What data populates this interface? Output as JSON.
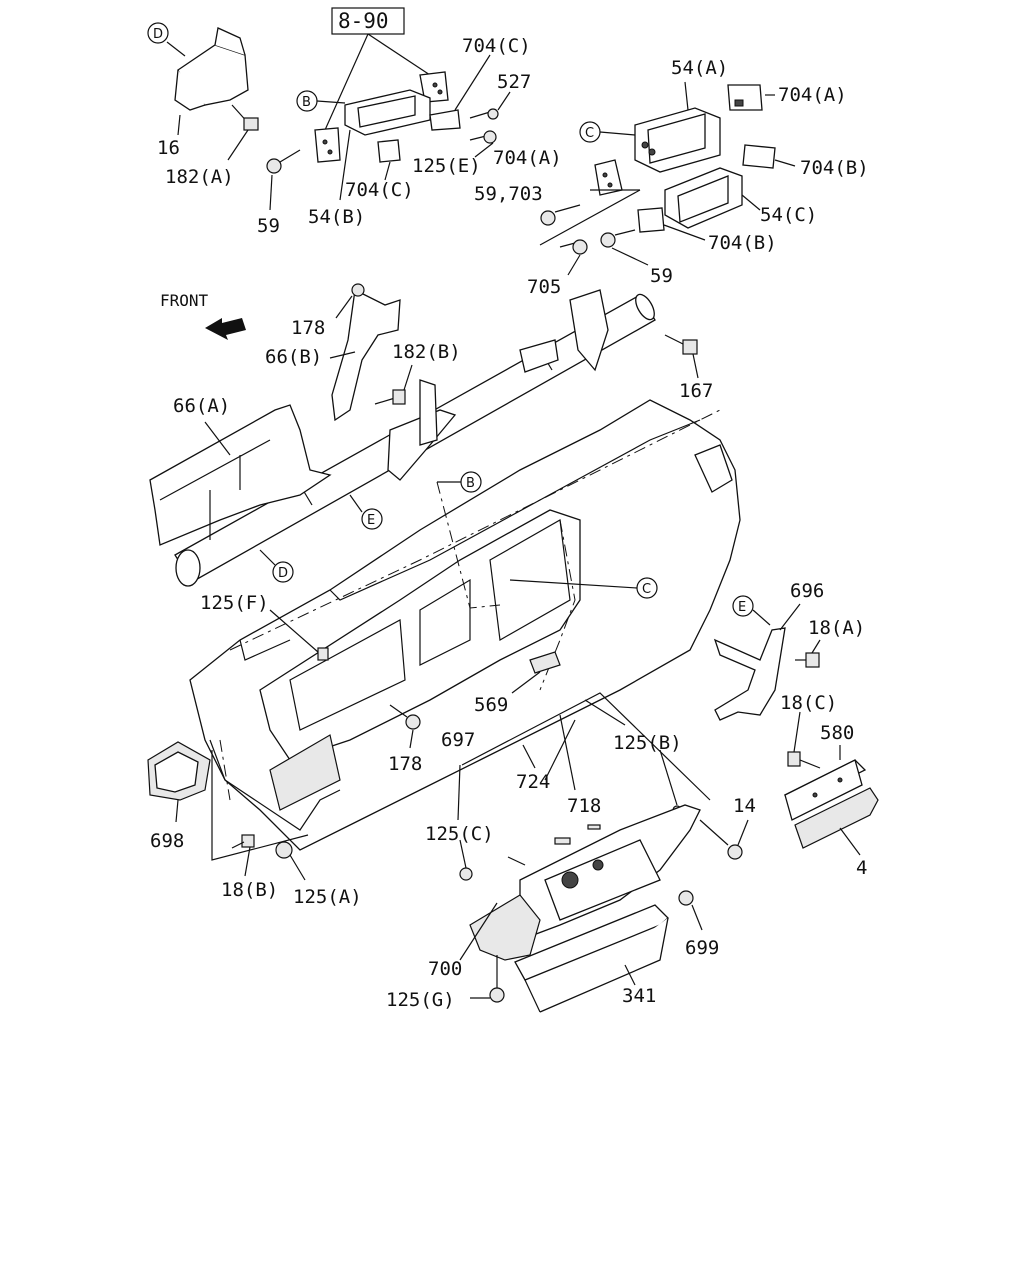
{
  "labels": {
    "l_8_90": "8-90",
    "l_704c_top": "704(C)",
    "l_527": "527",
    "l_54a": "54(A)",
    "l_704a_r": "704(A)",
    "l_16": "16",
    "l_182a": "182(A)",
    "l_125e": "125(E)",
    "l_704a_m": "704(A)",
    "l_704b_r": "704(B)",
    "l_59_703": "59,703",
    "l_704c_b": "704(C)",
    "l_59_l": "59",
    "l_54b": "54(B)",
    "l_54c": "54(C)",
    "l_704b_m": "704(B)",
    "l_59_r": "59",
    "l_705": "705",
    "l_front": "FRONT",
    "l_178_t": "178",
    "l_66b": "66(B)",
    "l_182b": "182(B)",
    "l_167": "167",
    "l_66a": "66(A)",
    "l_125f": "125(F)",
    "l_696": "696",
    "l_18a": "18(A)",
    "l_18c": "18(C)",
    "l_580": "580",
    "l_569": "569",
    "l_697": "697",
    "l_125b": "125(B)",
    "l_178_b": "178",
    "l_724": "724",
    "l_718": "718",
    "l_14": "14",
    "l_125c": "125(C)",
    "l_4": "4",
    "l_698": "698",
    "l_18b": "18(B)",
    "l_125a": "125(A)",
    "l_699": "699",
    "l_700": "700",
    "l_125g": "125(G)",
    "l_341": "341"
  },
  "markers": {
    "d_top": "D",
    "b_top": "B",
    "c_top": "C",
    "b_mid": "B",
    "e_mid": "E",
    "d_mid": "D",
    "c_mid": "C",
    "e_right": "E"
  }
}
